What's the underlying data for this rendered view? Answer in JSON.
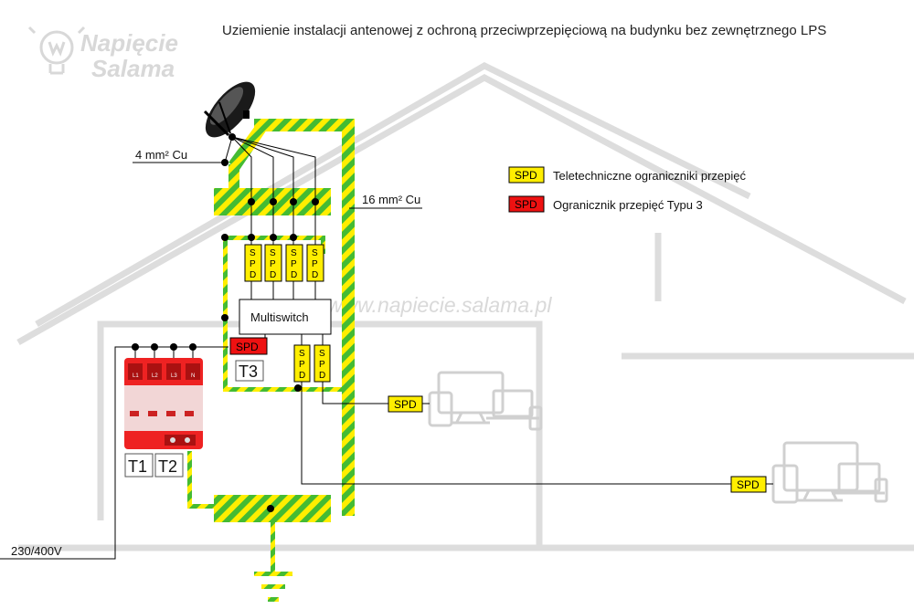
{
  "title": "Uziemienie instalacji antenowej z ochroną przeciwprzepięciową na budynku bez zewnętrznego LPS",
  "logo": {
    "line1": "Napięcie",
    "line2": "Salama"
  },
  "watermark": "www.napiecie.salama.pl",
  "labels": {
    "wire_4mm": "4 mm² Cu",
    "wire_16mm": "16 mm² Cu",
    "mains": "230/400V",
    "multiswitch": "Multiswitch",
    "spd": "SPD",
    "t1": "T1",
    "t2": "T2",
    "t3": "T3",
    "spd_vertical": [
      "S",
      "P",
      "D"
    ],
    "terminals": [
      "L1",
      "L2",
      "L3",
      "N"
    ]
  },
  "legend": [
    {
      "color": "#ffee00",
      "text": "Teletechniczne ograniczniki przepięć",
      "tag": "SPD"
    },
    {
      "color": "#ee1111",
      "text": "Ogranicznik przepięć Typu 3",
      "tag": "SPD"
    }
  ],
  "colors": {
    "pe_yellow": "#ffee00",
    "pe_green": "#44bb33",
    "spd_red": "#ee1111",
    "ghost": "#dcdcdc"
  },
  "icons": [
    "satellite-dish-icon",
    "computer-set-icon",
    "ground-symbol-icon",
    "bulb-logo-icon"
  ]
}
